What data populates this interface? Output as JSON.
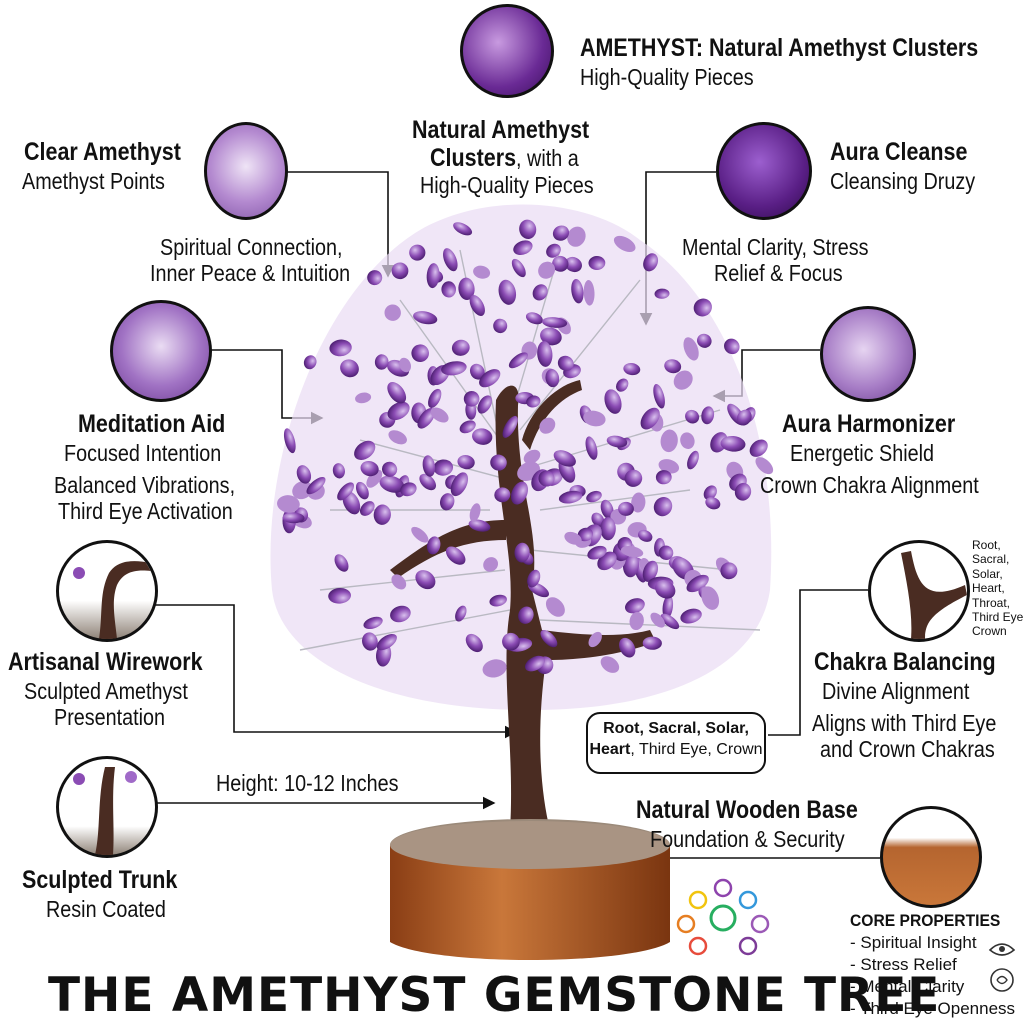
{
  "top_callout": {
    "title": "AMETHYST: Natural Amethyst Clusters",
    "subtitle": "High-Quality Pieces"
  },
  "center_callout": {
    "title_line1": "Natural Amethyst",
    "title_line2_bold": "Clusters",
    "title_line2_rest": ", with a",
    "line3": "High-Quality Pieces"
  },
  "clear_amethyst": {
    "title": "Clear Amethyst",
    "subtitle": "Amethyst Points",
    "note_line1": "Spiritual Connection,",
    "note_line2": "Inner Peace & Intuition"
  },
  "aura_cleanse": {
    "title": "Aura Cleanse",
    "subtitle": "Cleansing Druzy",
    "note_line1": "Mental Clarity, Stress",
    "note_line2": "Relief & Focus"
  },
  "meditation_aid": {
    "title": "Meditation Aid",
    "line1": "Focused Intention",
    "line2": "Balanced Vibrations,",
    "line3": "Third Eye Activation"
  },
  "aura_harmonizer": {
    "title": "Aura Harmonizer",
    "line1": "Energetic Shield",
    "line2": "Crown Chakra Alignment"
  },
  "artisanal_wirework": {
    "title": "Artisanal Wirework",
    "line1": "Sculpted Amethyst",
    "line2": "Presentation"
  },
  "chakra_balancing": {
    "title": "Chakra Balancing",
    "line1": "Divine Alignment",
    "line2": "Aligns with Third Eye",
    "line3": "and Crown Chakras",
    "chakra_list": [
      "Root,",
      "Sacral,",
      "Solar,",
      "Heart,",
      "Throat,",
      "Third Eye",
      "Crown"
    ]
  },
  "bubble": {
    "bold1": "Root, Sacral, Solar,",
    "bold2": "Heart",
    "rest": ", Third Eye, Crown"
  },
  "height_note": "Height: 10-12 Inches",
  "sculpted_trunk": {
    "title": "Sculpted Trunk",
    "subtitle": "Resin Coated"
  },
  "wooden_base": {
    "title": "Natural Wooden Base",
    "subtitle": "Foundation & Security"
  },
  "core_properties": {
    "heading": "CORE PROPERTIES",
    "items": [
      "- Spiritual Insight",
      "- Stress Relief",
      "- Mental Clarity",
      "- Third Eye Openness"
    ]
  },
  "main_title": "THE AMETHYST GEMSTONE TREE",
  "colors": {
    "amethyst": "#7b3fa0",
    "amethyst_light": "#b48ad0",
    "trunk": "#4a2c22",
    "base_wood": "#b5652f",
    "text": "#111111"
  },
  "icons": [
    "amethyst-cluster-icon",
    "chakra-symbols-icon",
    "third-eye-icon",
    "brain-icon"
  ]
}
